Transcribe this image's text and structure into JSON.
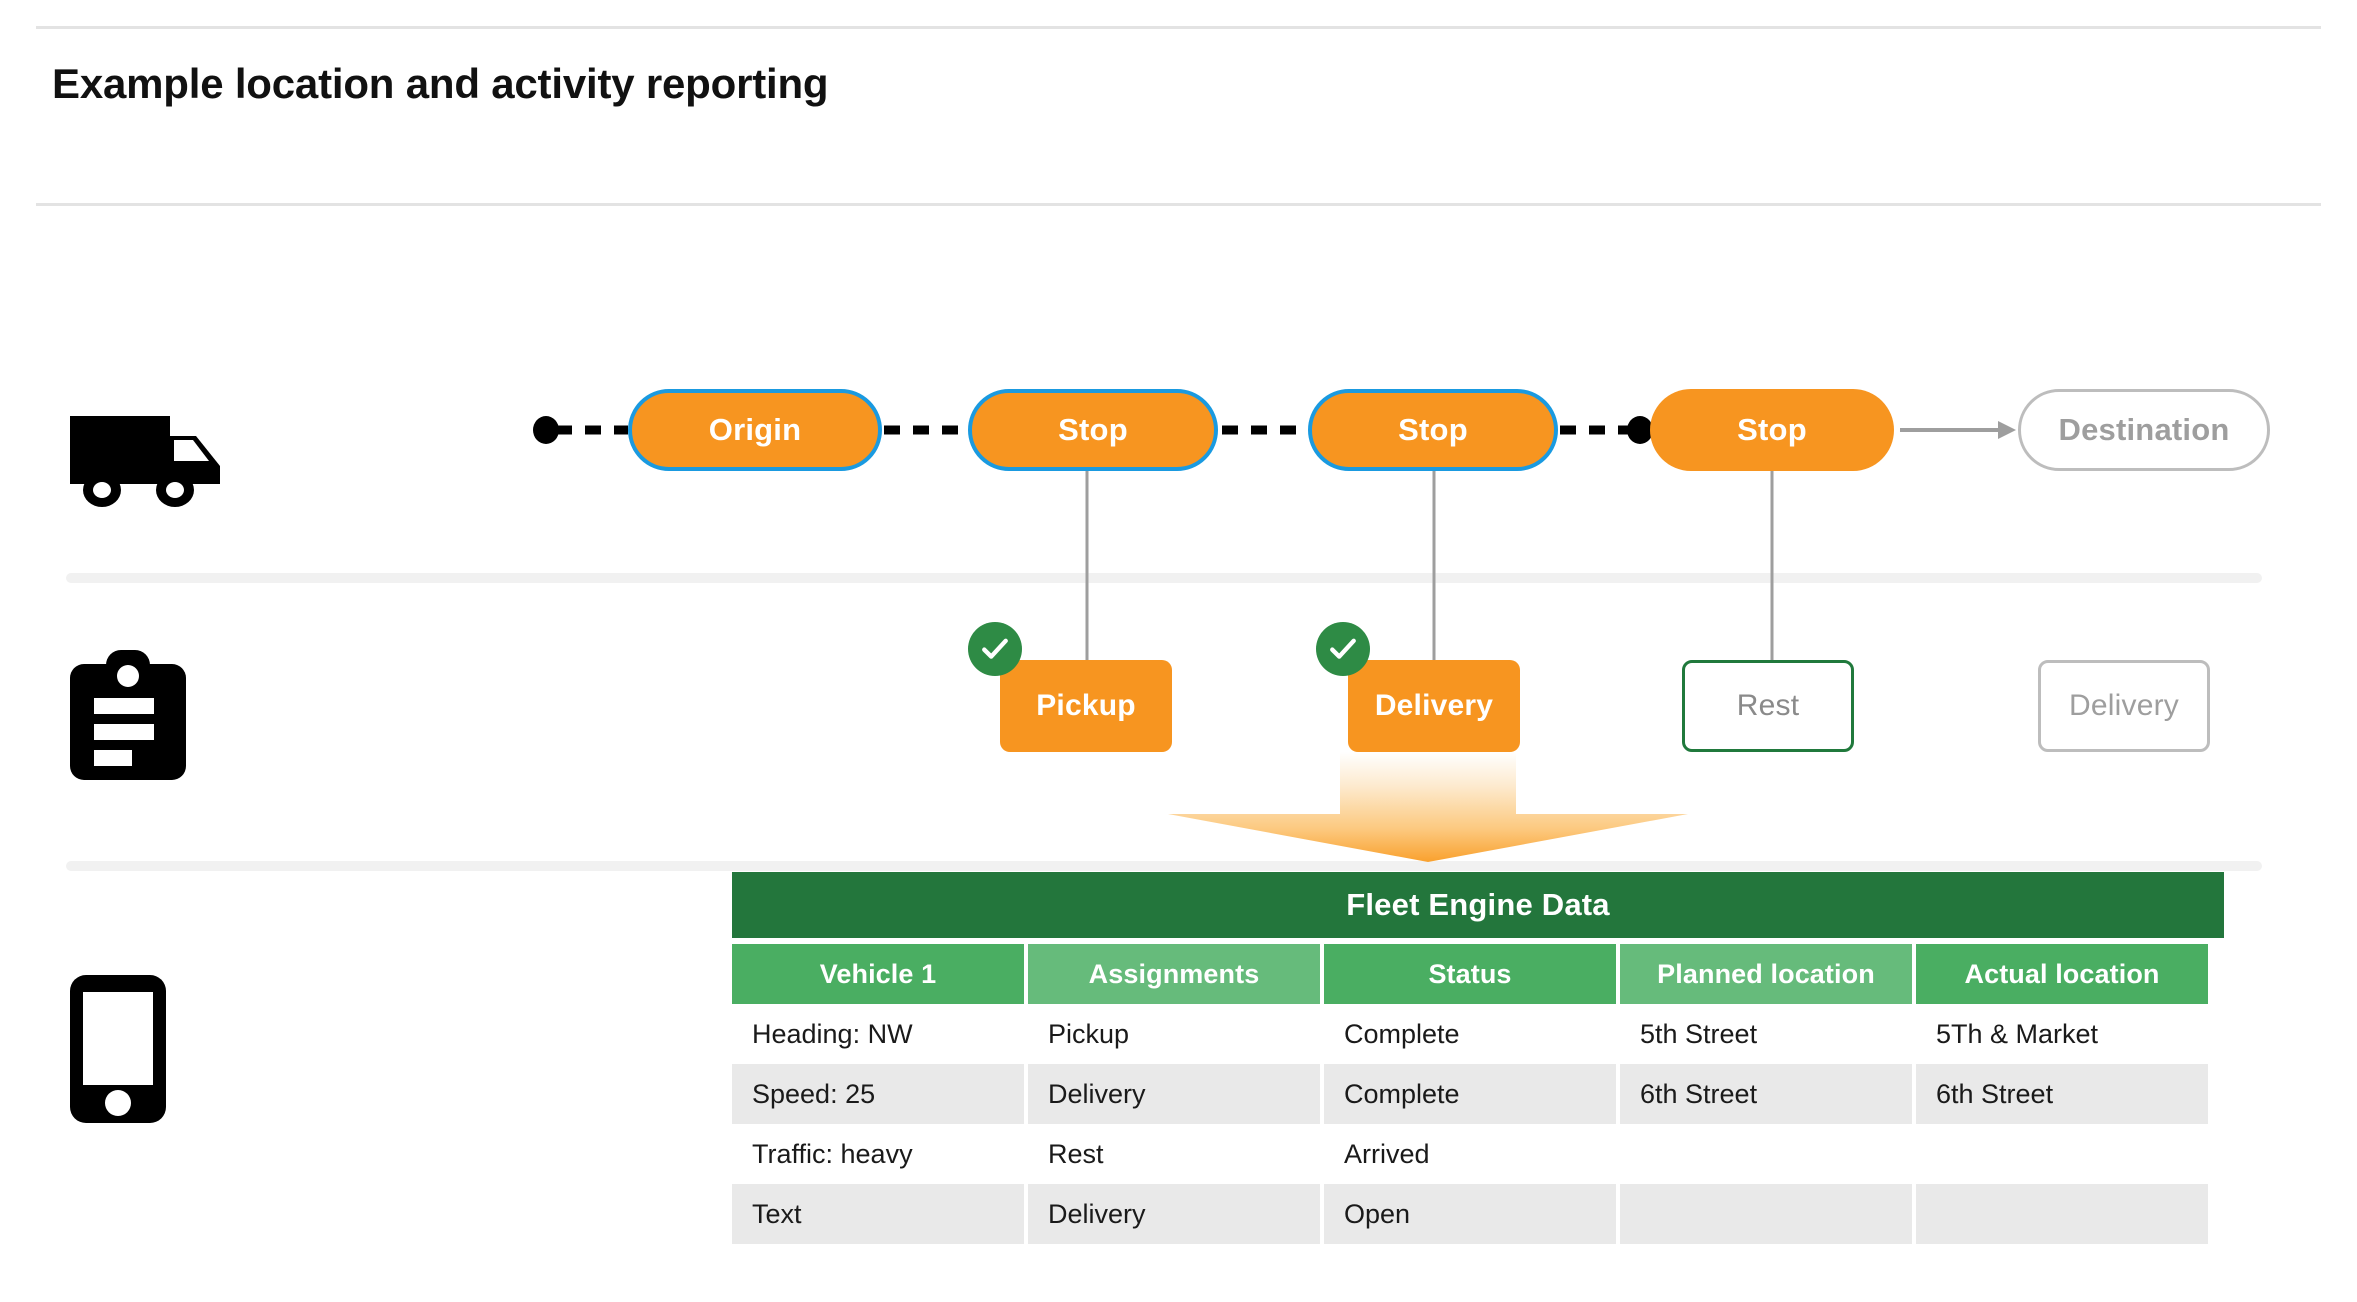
{
  "page": {
    "title": "Example location and activity reporting"
  },
  "rows": {
    "vehicle": {
      "icon": "truck-icon"
    },
    "activity": {
      "icon": "clipboard-icon"
    },
    "device": {
      "icon": "phone-icon"
    }
  },
  "route": {
    "nodes": [
      {
        "label": "Origin",
        "style": "orange-bordered"
      },
      {
        "label": "Stop",
        "style": "orange-bordered"
      },
      {
        "label": "Stop",
        "style": "orange-bordered"
      },
      {
        "label": "Stop",
        "style": "orange-plain"
      },
      {
        "label": "Destination",
        "style": "ghost"
      }
    ],
    "colors": {
      "fill": "#F79520",
      "border": "#1A9AE0",
      "ghost_border": "#bdbdbd",
      "ghost_text": "#9e9e9e",
      "connector": "#000000",
      "arrow": "#9e9e9e"
    }
  },
  "activities": [
    {
      "label": "Pickup",
      "style": "filled",
      "completed": true,
      "badge": "check-icon"
    },
    {
      "label": "Delivery",
      "style": "filled",
      "completed": true,
      "badge": "check-icon"
    },
    {
      "label": "Rest",
      "style": "outline-green",
      "completed": false,
      "badge": null
    },
    {
      "label": "Delivery",
      "style": "outline-gray",
      "completed": false,
      "badge": null
    }
  ],
  "table": {
    "title": "Fleet Engine Data",
    "columns": [
      "Vehicle 1",
      "Assignments",
      "Status",
      "Planned location",
      "Actual location"
    ],
    "rows": [
      [
        "Heading: NW",
        "Pickup",
        "Complete",
        "5th Street",
        "5Th & Market"
      ],
      [
        "Speed: 25",
        "Delivery",
        "Complete",
        "6th Street",
        "6th Street"
      ],
      [
        "Traffic: heavy",
        "Rest",
        "Arrived",
        "",
        ""
      ],
      [
        "Text",
        "Delivery",
        "Open",
        "",
        ""
      ]
    ],
    "colors": {
      "title_bg": "#23763C",
      "header_dark": "#4AAE62",
      "header_light": "#66BB7B",
      "row_alt_bg": "#e9e9e9"
    }
  },
  "flow_arrow": {
    "from": "Delivery",
    "to": "Fleet Engine Data",
    "color_start": "#ffffff",
    "color_end": "#F9A12E"
  }
}
